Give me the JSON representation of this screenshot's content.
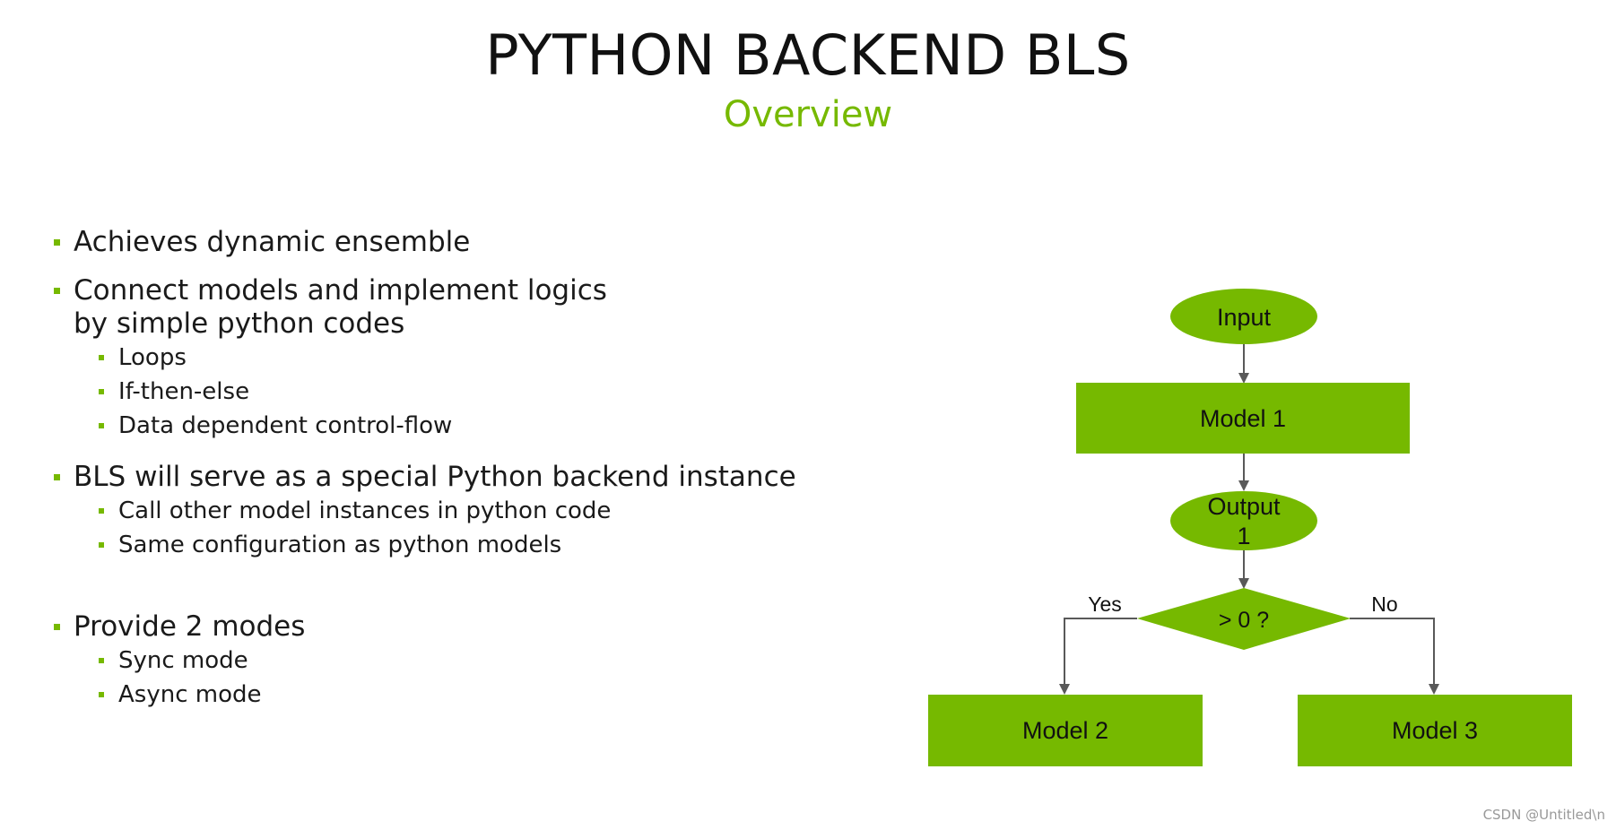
{
  "header": {
    "title": "PYTHON BACKEND BLS",
    "subtitle": "Overview"
  },
  "bullets": [
    {
      "text": "Achieves dynamic ensemble",
      "sub": []
    },
    {
      "text": "Connect models and implement logics by simple python codes",
      "sub": [
        "Loops",
        "If-then-else",
        "Data dependent control-flow"
      ]
    },
    {
      "text": "BLS will serve as a special Python backend instance",
      "sub": [
        "Call other model instances in python code",
        "Same configuration as python models"
      ]
    },
    {
      "text": "Provide 2 modes",
      "sub": [
        "Sync mode",
        "Async mode"
      ]
    }
  ],
  "flowchart": {
    "input": "Input",
    "model1": "Model 1",
    "output1_line1": "Output",
    "output1_line2": "1",
    "decision": "> 0 ?",
    "yes_label": "Yes",
    "no_label": "No",
    "model2": "Model 2",
    "model3": "Model 3",
    "node_color": "#76b900",
    "line_color": "#595959"
  },
  "watermark": "CSDN @Untitled\\n"
}
